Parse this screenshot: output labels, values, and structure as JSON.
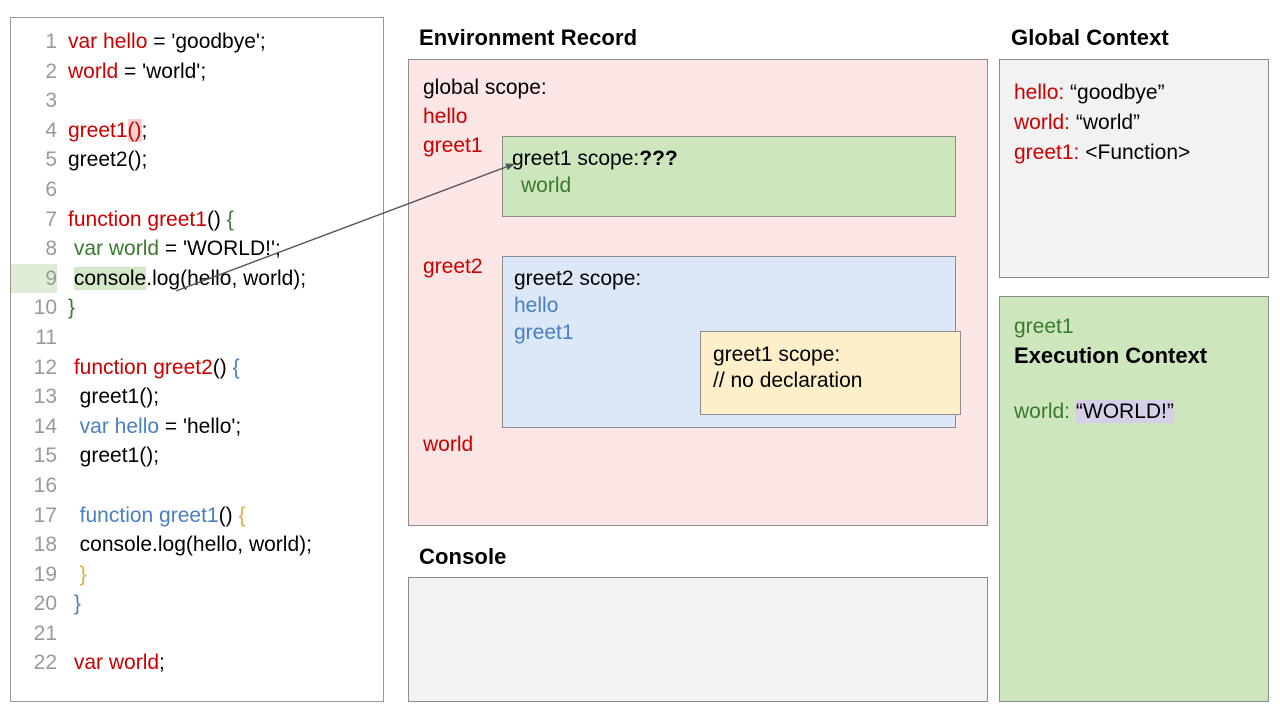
{
  "code_panel": {
    "lines": [
      {
        "num": "1",
        "tokens": [
          {
            "t": "var hello",
            "c": "red"
          },
          {
            "t": " = 'goodbye';",
            "c": "black"
          }
        ]
      },
      {
        "num": "2",
        "tokens": [
          {
            "t": "world",
            "c": "red"
          },
          {
            "t": " = 'world';",
            "c": "black"
          }
        ]
      },
      {
        "num": "3",
        "tokens": []
      },
      {
        "num": "4",
        "tokens": [
          {
            "t": "greet1",
            "c": "red"
          },
          {
            "t": "()",
            "c": "red",
            "hl": "pink"
          },
          {
            "t": ";",
            "c": "black"
          }
        ]
      },
      {
        "num": "5",
        "tokens": [
          {
            "t": "greet2();",
            "c": "black"
          }
        ]
      },
      {
        "num": "6",
        "tokens": []
      },
      {
        "num": "7",
        "tokens": [
          {
            "t": "function greet1",
            "c": "red"
          },
          {
            "t": "() ",
            "c": "black"
          },
          {
            "t": "{",
            "c": "green"
          }
        ]
      },
      {
        "num": "8",
        "tokens": [
          {
            "t": " ",
            "c": "black"
          },
          {
            "t": "var world",
            "c": "green"
          },
          {
            "t": " = 'WORLD!';",
            "c": "black"
          }
        ]
      },
      {
        "num": "9",
        "tokens": [
          {
            "t": " ",
            "c": "black"
          },
          {
            "t": "console",
            "c": "black",
            "hl": "green"
          },
          {
            "t": ".log(hello, world);",
            "c": "black"
          }
        ],
        "ln_hl": true
      },
      {
        "num": "10",
        "tokens": [
          {
            "t": "}",
            "c": "green"
          }
        ]
      },
      {
        "num": "11",
        "tokens": []
      },
      {
        "num": "12",
        "tokens": [
          {
            "t": " ",
            "c": "black"
          },
          {
            "t": "function greet2",
            "c": "red"
          },
          {
            "t": "() ",
            "c": "black"
          },
          {
            "t": "{",
            "c": "blue"
          }
        ]
      },
      {
        "num": "13",
        "tokens": [
          {
            "t": "  greet1();",
            "c": "black"
          }
        ]
      },
      {
        "num": "14",
        "tokens": [
          {
            "t": "  ",
            "c": "black"
          },
          {
            "t": "var hello",
            "c": "blue"
          },
          {
            "t": " = 'hello';",
            "c": "black"
          }
        ]
      },
      {
        "num": "15",
        "tokens": [
          {
            "t": "  greet1();",
            "c": "black"
          }
        ]
      },
      {
        "num": "16",
        "tokens": []
      },
      {
        "num": "17",
        "tokens": [
          {
            "t": "  ",
            "c": "black"
          },
          {
            "t": "function greet1",
            "c": "blue"
          },
          {
            "t": "() ",
            "c": "black"
          },
          {
            "t": "{",
            "c": "amber"
          }
        ]
      },
      {
        "num": "18",
        "tokens": [
          {
            "t": "  console.log(hello, world);",
            "c": "black"
          }
        ]
      },
      {
        "num": "19",
        "tokens": [
          {
            "t": "  ",
            "c": "black"
          },
          {
            "t": "}",
            "c": "amber"
          }
        ]
      },
      {
        "num": "20",
        "tokens": [
          {
            "t": " ",
            "c": "black"
          },
          {
            "t": "}",
            "c": "blue"
          }
        ]
      },
      {
        "num": "21",
        "tokens": []
      },
      {
        "num": "22",
        "tokens": [
          {
            "t": " ",
            "c": "black"
          },
          {
            "t": "var world",
            "c": "red"
          },
          {
            "t": ";",
            "c": "black"
          }
        ]
      }
    ]
  },
  "env_record": {
    "title": "Environment Record",
    "global_scope_label": "global scope:",
    "global_bindings": [
      "hello",
      "greet1",
      "greet2",
      "world"
    ],
    "hello": "hello",
    "greet1": "greet1",
    "greet2": "greet2",
    "world": "world",
    "greet1_scope": {
      "heading_prefix": "greet1 scope:",
      "heading_suffix": "???",
      "bindings": [
        "world"
      ],
      "world": "world"
    },
    "greet2_scope": {
      "heading": "greet2 scope:",
      "hello": "hello",
      "greet1": "greet1",
      "inner_greet1_scope": {
        "heading": "greet1 scope:",
        "note": "// no declaration"
      }
    }
  },
  "console": {
    "title": "Console",
    "lines": []
  },
  "global_context": {
    "title": "Global Context",
    "rows": [
      {
        "key": "hello:",
        "value": " “goodbye”"
      },
      {
        "key": "world:",
        "value": " “world”"
      },
      {
        "key": "greet1:",
        "value": " <Function>"
      }
    ]
  },
  "execution_context": {
    "function_name": "greet1",
    "heading": "Execution Context",
    "row_key": "world:",
    "row_value": "“WORLD!”"
  },
  "colors": {
    "env_record_bg": "#fce5e5",
    "greet1_scope_bg": "#cde6be",
    "greet2_scope_bg": "#dce8f8",
    "inner_scope_bg": "#fcefca",
    "console_bg": "#f2f2f2",
    "global_context_bg": "#f2f2f2",
    "execution_context_bg": "#cde6be",
    "red_token": "#cc0000",
    "green_token": "#3b7a2e",
    "blue_token": "#4a7fc1",
    "amber_token": "#e8ad3c",
    "value_highlight": "#d7cfe8",
    "border": "#8c8c8c"
  }
}
